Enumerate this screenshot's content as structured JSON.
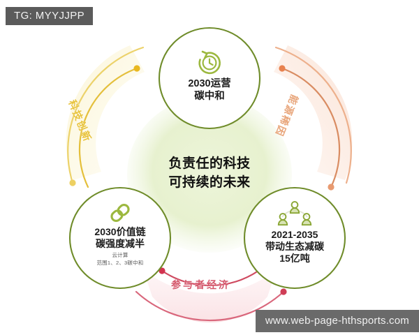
{
  "badge": {
    "label": "TG: MYYJJPP"
  },
  "watermark": {
    "label": "www.web-page-hthsports.com"
  },
  "center": {
    "line1": "负责任的科技",
    "line2": "可持续的未来"
  },
  "nodes": {
    "top": {
      "icon": "clock-refresh-icon",
      "line1": "2030运营",
      "line2": "碳中和"
    },
    "bottom_left": {
      "icon": "chain-link-icon",
      "line1": "2030价值链",
      "line2": "碳强度减半",
      "sub1": "云计算",
      "sub2": "范围1、2、3碳中和"
    },
    "bottom_right": {
      "icon": "people-network-icon",
      "line1": "2021-2035",
      "line2": "带动生态减碳",
      "line3": "15亿吨"
    }
  },
  "arcs": {
    "left": {
      "label": "科技创新",
      "color": "#e2bc33"
    },
    "right": {
      "label": "能源稀因",
      "color": "#e0906a"
    },
    "bottom": {
      "label": "参与者经济",
      "color": "#c8384f"
    }
  },
  "colors": {
    "node_ring": "#6f8c2a",
    "center_blob": "#e6f0cd",
    "icon_green": "#8aa635",
    "badge_bg": "#5b5b5b",
    "watermark_bg": "#6a6a6a",
    "background": "#ffffff"
  }
}
